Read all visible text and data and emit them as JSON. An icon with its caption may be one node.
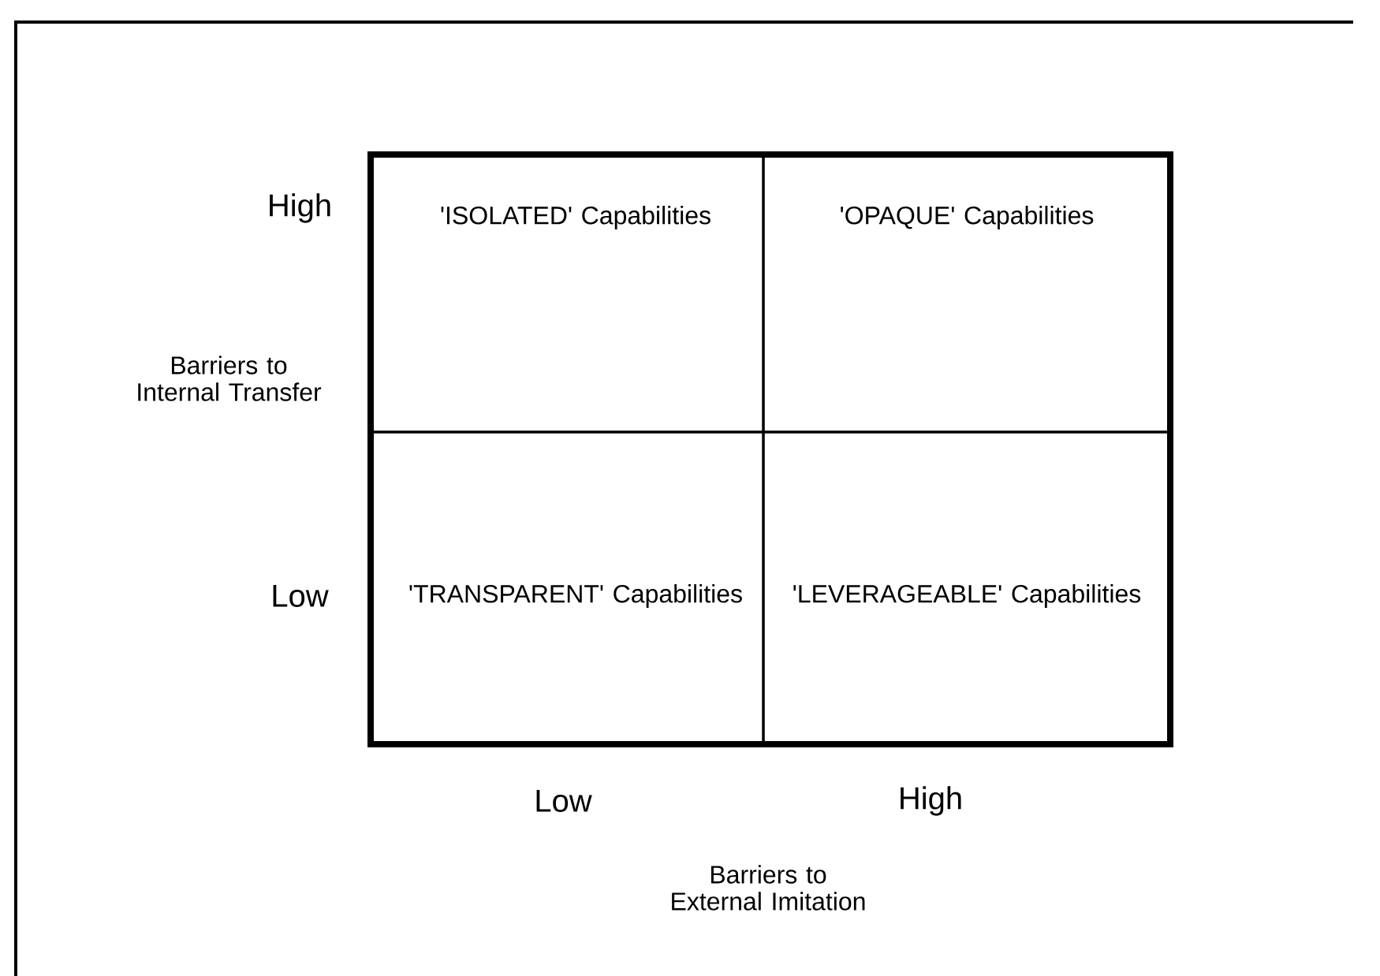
{
  "diagram": {
    "nodes": [
      {
        "text": [
          "'ISOLATED' Capabilities"
        ]
      },
      {
        "text": [
          "'OPAQUE' Capabilities"
        ]
      },
      {
        "text": [
          "'TRANSPARENT' Capabilities"
        ]
      },
      {
        "text": [
          "'LEVERAGEABLE' Capabilities"
        ]
      }
    ],
    "labels": [
      "High",
      "Barriers to Internal Transfer",
      "Low",
      "Low",
      "High",
      "Barriers to External Imitation"
    ]
  }
}
